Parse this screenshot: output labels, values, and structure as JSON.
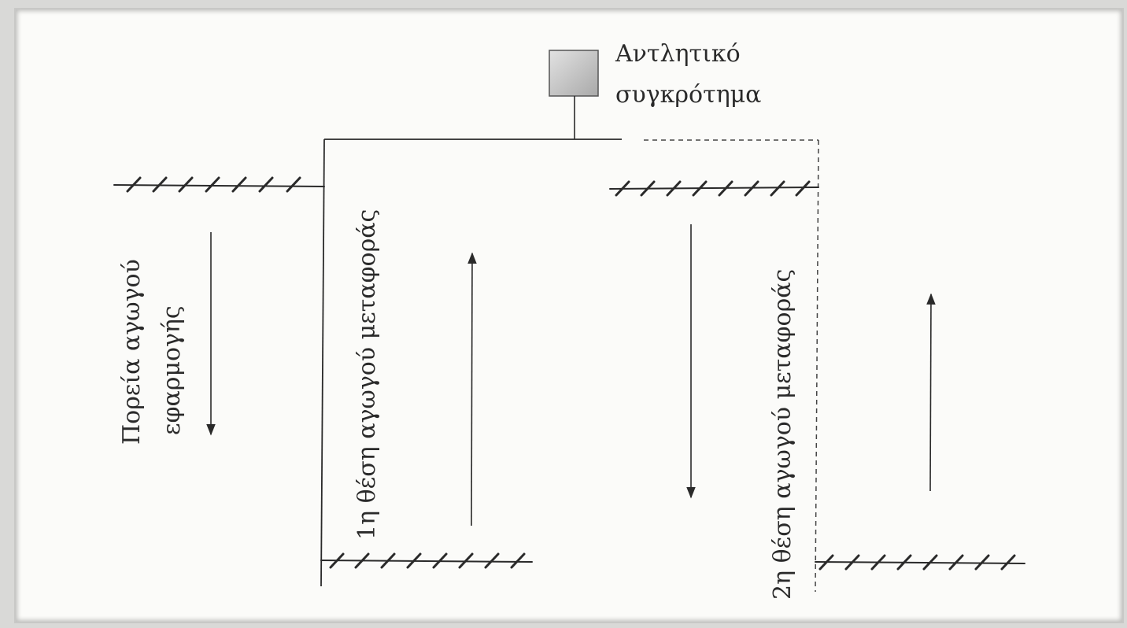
{
  "labels": {
    "pump_line1": "Αντλητικό",
    "pump_line2": "συγκρότημα",
    "flow_line1": "Πορεία αγωγού",
    "flow_line2": "εφαρμογής",
    "position1": "1η θέση αγωγού μεταφοράς",
    "position2": "2η θέση αγωγού μεταφοράς"
  },
  "colors": {
    "background": "#fbfbf9",
    "line": "#2a2a2a",
    "pump_fill": "#c6c6c6"
  },
  "icons": {
    "pump": "pump-unit-square",
    "ground": "ground-hatching",
    "flow_arrow": "flow-direction-arrow"
  }
}
